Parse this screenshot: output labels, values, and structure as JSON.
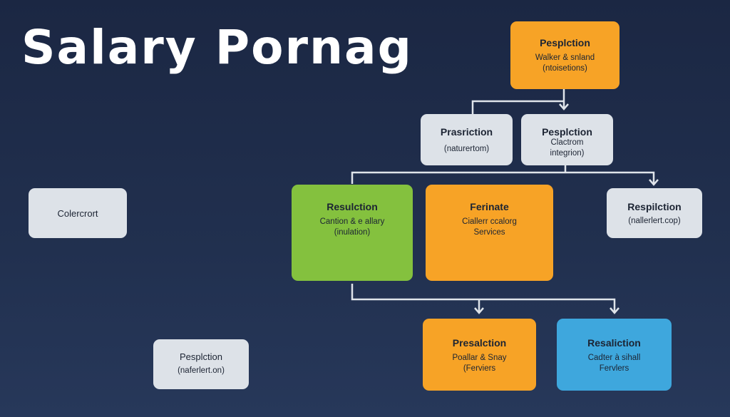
{
  "title": "Salary Pornag",
  "colors": {
    "orange": "#f7a326",
    "green": "#84c13e",
    "blue": "#3ea7dd",
    "gray": "#dde2e8",
    "background": "#1f2d4b"
  },
  "nodes": {
    "top": {
      "heading": "Pesplction",
      "lines": [
        "Walker & snland",
        "(ntoisetions)"
      ]
    },
    "mid_left": {
      "heading": "Prasriction",
      "lines": [
        "(naturertom)"
      ]
    },
    "mid_right": {
      "heading": "Pesplction",
      "lines": [
        "Clactrom",
        "integrion)"
      ]
    },
    "green": {
      "heading": "Resulction",
      "lines": [
        "Cantion & e allary",
        "(inulation)"
      ]
    },
    "orange_mid": {
      "heading": "Ferinate",
      "lines": [
        "Ciallerr ccalorg",
        "Services"
      ]
    },
    "right": {
      "heading": "Respilction",
      "lines": [
        "(nallerlert.cop)"
      ]
    },
    "left": {
      "heading": "Colercrort"
    },
    "bottom_left": {
      "heading": "Pesplction",
      "lines": [
        "(naferlert.on)"
      ]
    },
    "bottom_orange": {
      "heading": "Presalction",
      "lines": [
        "Poallar & Snay",
        "(Ferviers"
      ]
    },
    "bottom_blue": {
      "heading": "Resaliction",
      "lines": [
        "Cadter à sihall",
        "Fervlers"
      ]
    }
  }
}
